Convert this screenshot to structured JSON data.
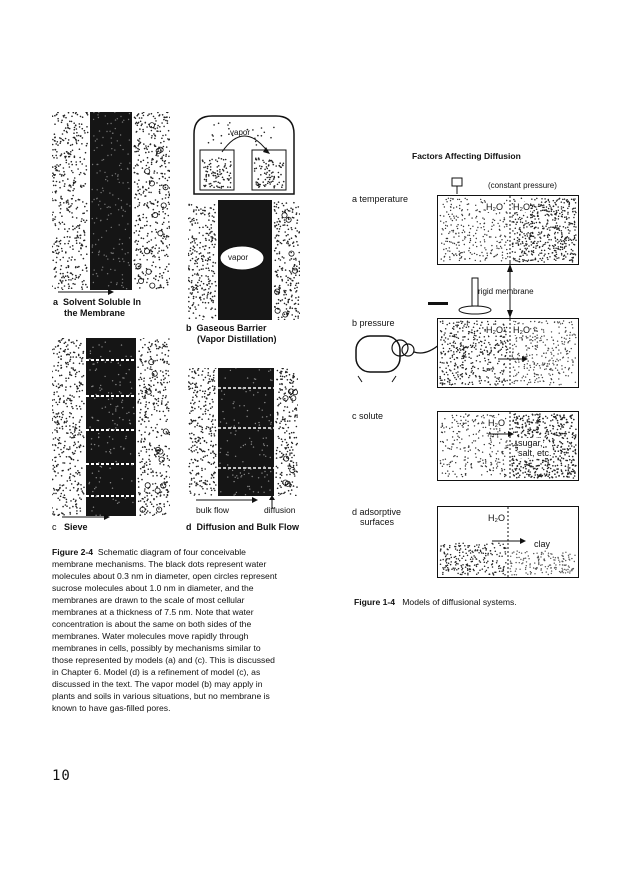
{
  "figure_left": {
    "panel_a": {
      "letter": "a",
      "title_line1": "Solvent Soluble In",
      "title_line2": "the Membrane"
    },
    "panel_b": {
      "letter": "b",
      "title_line1": "Gaseous Barrier",
      "title_line2": "(Vapor Distillation)",
      "vapor_top": "vapor",
      "vapor_mid": "vapor"
    },
    "panel_c": {
      "letter": "c",
      "title": "Sieve"
    },
    "panel_d": {
      "letter": "d",
      "title": "Diffusion and Bulk Flow",
      "bulk_flow": "bulk flow",
      "diffusion": "diffusion"
    },
    "caption": {
      "label": "Figure 2-4",
      "lines": [
        "Schematic diagram of four conceivable",
        "membrane mechanisms. The black dots represent water",
        "molecules about 0.3 nm in diameter, open circles represent",
        "sucrose molecules about 1.0 nm in diameter, and the",
        "membranes are drawn to the scale of most cellular",
        "membranes at a thickness of 7.5 nm. Note that water",
        "concentration is about the same on both sides of the",
        "membranes. Water molecules move rapidly through",
        "membranes in cells, possibly by mechanisms similar to",
        "those represented by models (a) and (c). This is discussed",
        "in Chapter 6. Model (d) is a refinement of model (c), as",
        "discussed in the text. The vapor model (b) may apply in",
        "plants and soils in various situations, but no membrane is",
        "known to have gas-filled pores."
      ]
    }
  },
  "figure_right": {
    "title": "Factors Affecting Diffusion",
    "temperature": {
      "label": "a temperature",
      "constant_pressure": "(constant pressure)",
      "h2o_left": "H₂O",
      "h2o_right": "H₂O"
    },
    "pressure": {
      "label": "b pressure",
      "rigid_membrane": "rigid membrane",
      "h2o_left": "H₂O",
      "h2o_right": "H₂O"
    },
    "solute": {
      "label": "c solute",
      "h2o": "H₂O",
      "sugar_line1": "sugar,",
      "sugar_line2": "salt, etc."
    },
    "adsorptive": {
      "label_line1": "d adsorptive",
      "label_line2": "surfaces",
      "h2o": "H₂O",
      "clay": "clay"
    },
    "caption": {
      "label": "Figure 1-4",
      "text": "Models of diffusional systems."
    }
  },
  "page_number": "10"
}
